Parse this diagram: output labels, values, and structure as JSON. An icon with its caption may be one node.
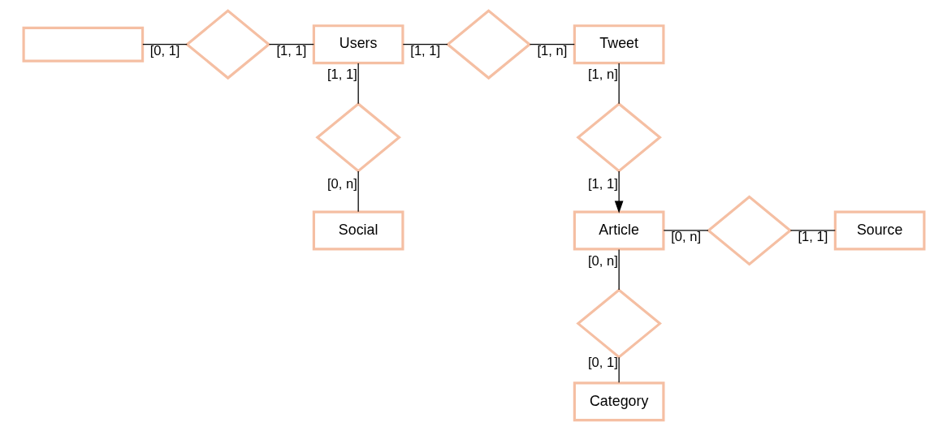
{
  "diagram": {
    "nodes": [
      {
        "text": [],
        "shape": "box"
      },
      {
        "text": [],
        "shape": "diamond"
      },
      {
        "text": [
          "Users"
        ]
      },
      {
        "text": [],
        "shape": "diamond"
      },
      {
        "text": [
          "Tweet"
        ]
      },
      {
        "text": [],
        "shape": "diamond"
      },
      {
        "text": [
          "Social"
        ]
      },
      {
        "text": [],
        "shape": "diamond"
      },
      {
        "text": [
          "Article"
        ]
      },
      {
        "text": [],
        "shape": "diamond"
      },
      {
        "text": [
          "Source"
        ]
      },
      {
        "text": [],
        "shape": "diamond"
      },
      {
        "text": [
          "Category"
        ]
      }
    ],
    "edges": [
      {
        "from": 0,
        "to": 1,
        "arrow": "none",
        "label": "[0, 1]"
      },
      {
        "from": 1,
        "to": 2,
        "arrow": "none",
        "label": "[1, 1]"
      },
      {
        "from": 2,
        "to": 3,
        "arrow": "none",
        "label": "[1, 1]"
      },
      {
        "from": 3,
        "to": 4,
        "arrow": "none",
        "label": "[1, n]"
      },
      {
        "from": 2,
        "to": 5,
        "arrow": "none",
        "label": "[1, 1]"
      },
      {
        "from": 5,
        "to": 6,
        "arrow": "none",
        "label": "[0, n]"
      },
      {
        "from": 4,
        "to": 7,
        "arrow": "none",
        "label": "[1, n]"
      },
      {
        "from": 7,
        "to": 8,
        "arrow": "to",
        "label": "[1, 1]"
      },
      {
        "from": 8,
        "to": 9,
        "arrow": "none",
        "label": "[0, n]"
      },
      {
        "from": 9,
        "to": 10,
        "arrow": "none",
        "label": "[1, 1]"
      },
      {
        "from": 8,
        "to": 11,
        "arrow": "none",
        "label": "[0, n]"
      },
      {
        "from": 11,
        "to": 12,
        "arrow": "none",
        "label": "[0, 1]"
      }
    ]
  }
}
